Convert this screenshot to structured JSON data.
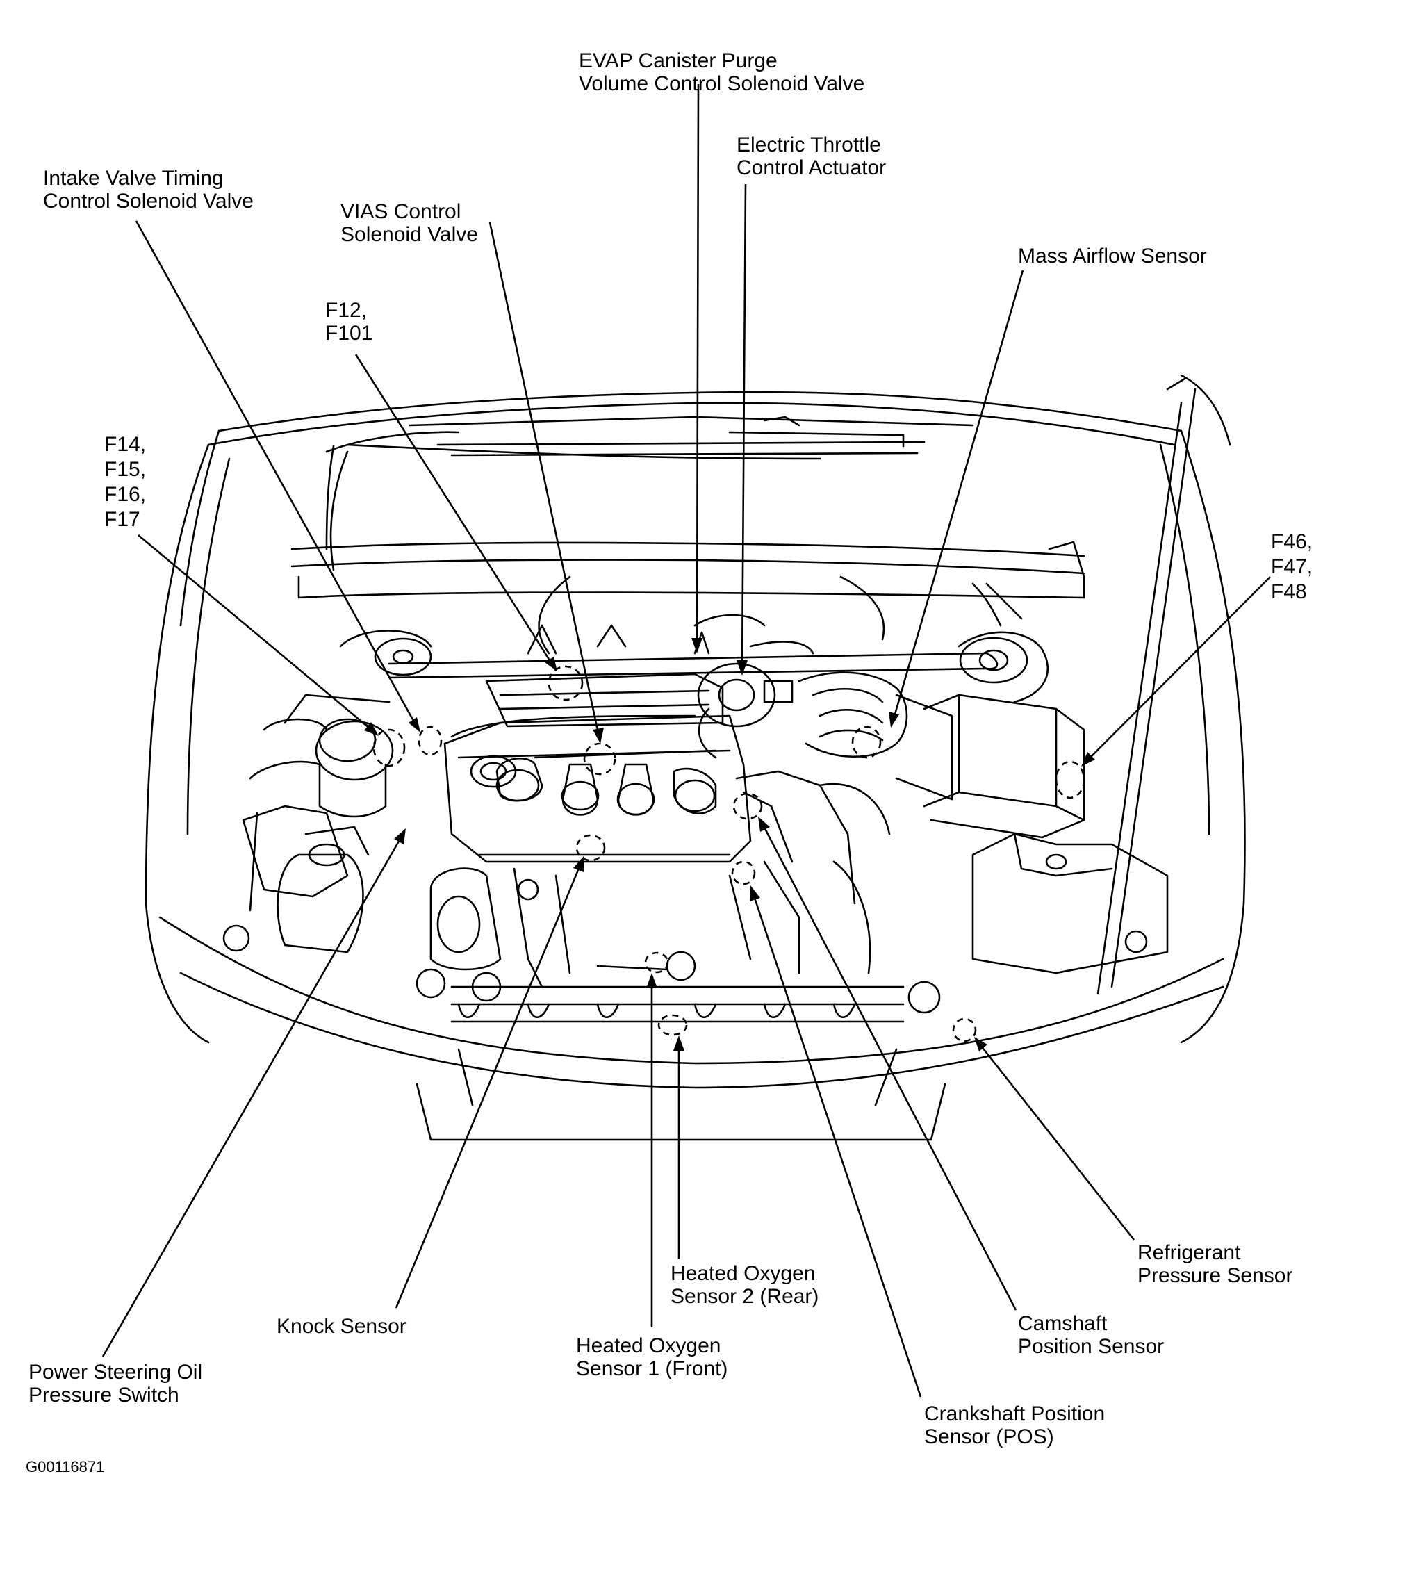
{
  "labels": {
    "evap": [
      "EVAP Canister Purge",
      "Volume Control Solenoid Valve"
    ],
    "etc": [
      "Electric Throttle",
      "Control Actuator"
    ],
    "ivt": [
      "Intake Valve Timing",
      "Control Solenoid Valve"
    ],
    "vias": [
      "VIAS Control",
      "Solenoid Valve"
    ],
    "maf": [
      "Mass Airflow Sensor"
    ],
    "f12": [
      "F12,",
      "F101"
    ],
    "f14": [
      "F14,",
      "F15,",
      "F16,",
      "F17"
    ],
    "f46": [
      "F46,",
      "F47,",
      "F48"
    ],
    "refrig": [
      "Refrigerant",
      "Pressure Sensor"
    ],
    "ho2s2": [
      "Heated Oxygen",
      "Sensor 2 (Rear)"
    ],
    "cmp": [
      "Camshaft",
      "Position Sensor"
    ],
    "knock": [
      "Knock Sensor"
    ],
    "ho2s1": [
      "Heated Oxygen",
      "Sensor 1 (Front)"
    ],
    "pstrg": [
      "Power Steering Oil",
      "Pressure Switch"
    ],
    "ckp": [
      "Crankshaft Position",
      "Sensor (POS)"
    ]
  },
  "figure_code": "G00116871"
}
